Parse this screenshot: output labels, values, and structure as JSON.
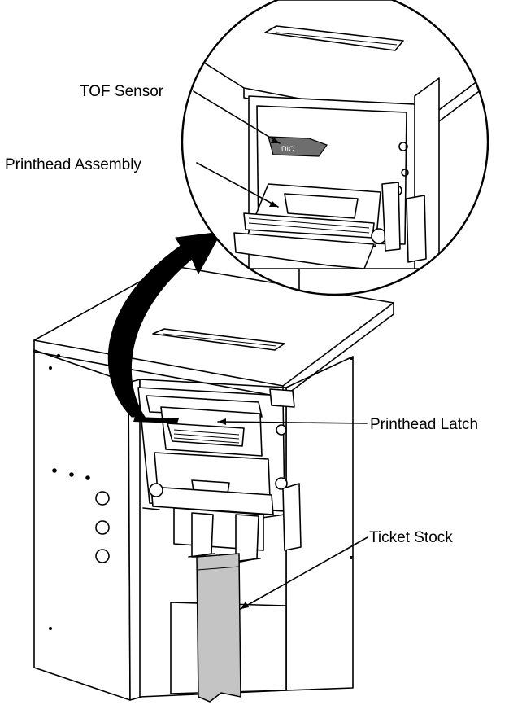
{
  "labels": {
    "tof_sensor": "TOF Sensor",
    "printhead_assembly": "Printhead Assembly",
    "printhead_latch": "Printhead Latch",
    "ticket_stock": "Ticket Stock"
  },
  "colors": {
    "line": "#000000",
    "ticket_fill": "#c4c4c4",
    "arrow_fill": "#000000",
    "background": "#ffffff"
  }
}
